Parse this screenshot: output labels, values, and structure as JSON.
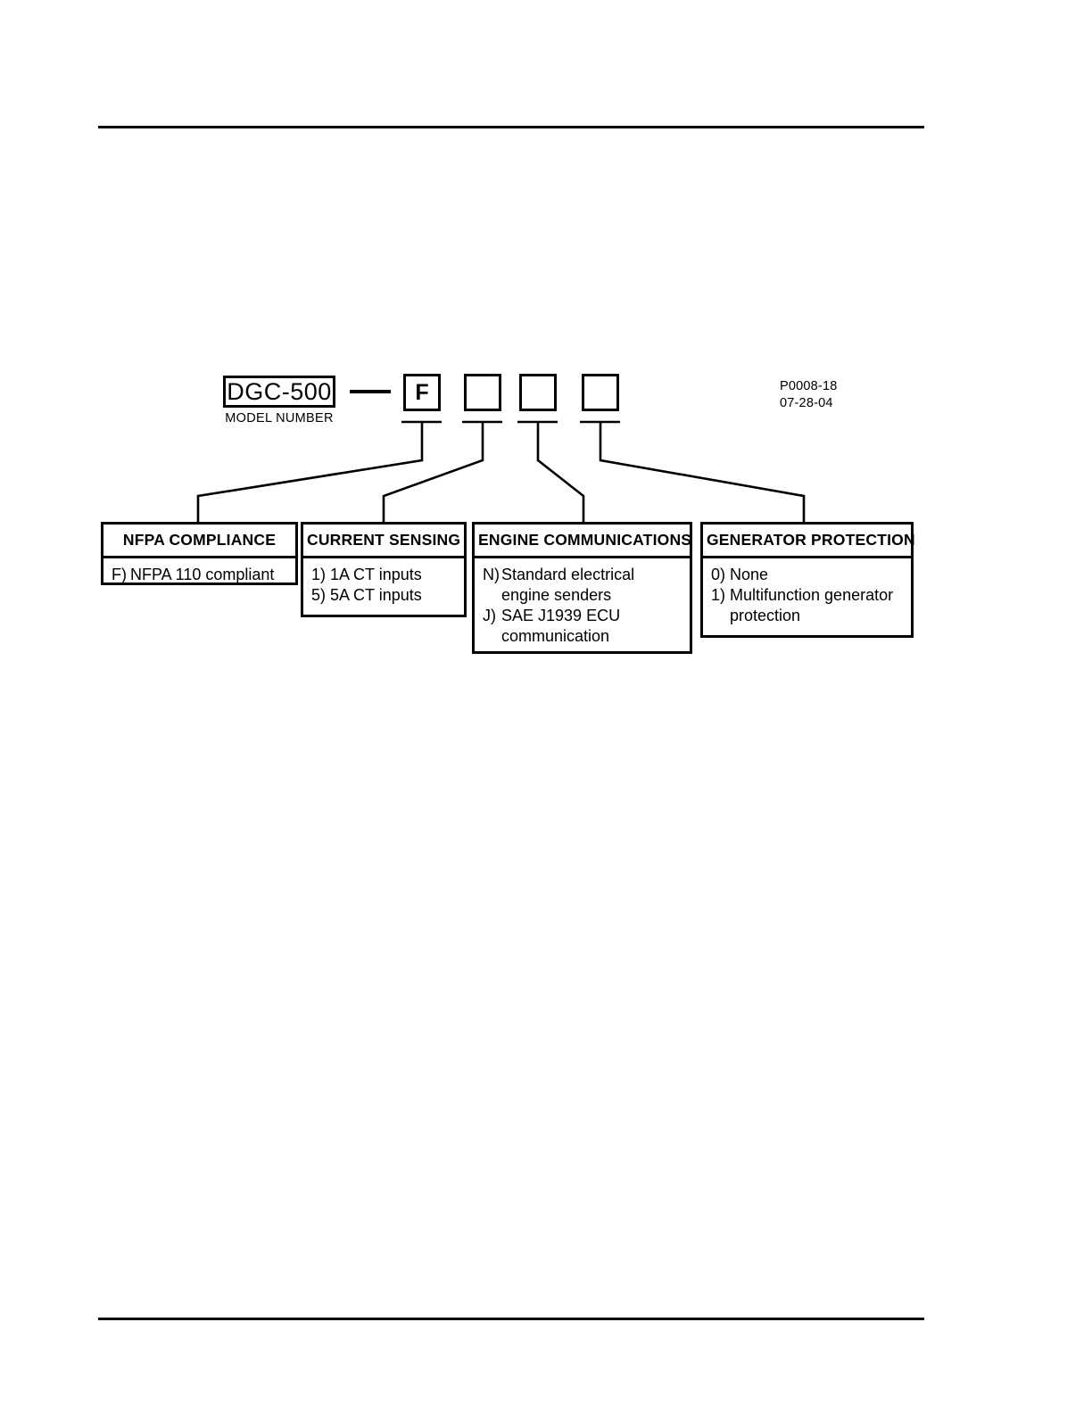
{
  "document": {
    "model_box_label": "DGC-500",
    "model_caption": "MODEL NUMBER",
    "reference_code": "P0008-18",
    "reference_date": "07-28-04"
  },
  "fields": [
    {
      "name": "nfpa-compliance",
      "value": "F"
    },
    {
      "name": "current-sensing",
      "value": ""
    },
    {
      "name": "engine-communications",
      "value": ""
    },
    {
      "name": "generator-protection",
      "value": ""
    }
  ],
  "categories": [
    {
      "title": "NFPA COMPLIANCE",
      "options": [
        {
          "code": "F)",
          "text": "NFPA 110 compliant"
        }
      ]
    },
    {
      "title": "CURRENT SENSING",
      "options": [
        {
          "code": "1)",
          "text": "1A CT inputs"
        },
        {
          "code": "5)",
          "text": "5A CT inputs"
        }
      ]
    },
    {
      "title": "ENGINE COMMUNICATIONS",
      "options": [
        {
          "code": "N)",
          "text": "Standard electrical engine senders"
        },
        {
          "code": "J)",
          "text": "SAE J1939 ECU communication"
        }
      ]
    },
    {
      "title": "GENERATOR PROTECTION",
      "options": [
        {
          "code": "0)",
          "text": "None"
        },
        {
          "code": "1)",
          "text": "Multifunction generator protection"
        }
      ]
    }
  ],
  "colors": {
    "ink": "#000000",
    "paper": "#ffffff"
  }
}
